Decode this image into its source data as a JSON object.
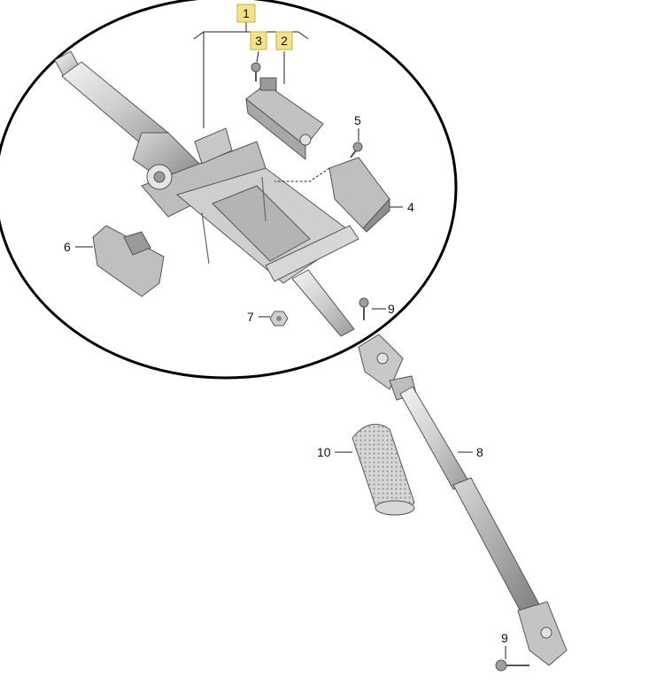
{
  "diagram": {
    "highlight_color": "#f3e28a",
    "highlight_border": "#c9b13c",
    "callouts": [
      {
        "id": "c1",
        "text": "1",
        "highlighted": true
      },
      {
        "id": "c2",
        "text": "2",
        "highlighted": true
      },
      {
        "id": "c3",
        "text": "3",
        "highlighted": true
      },
      {
        "id": "c4",
        "text": "4",
        "highlighted": false
      },
      {
        "id": "c5",
        "text": "5",
        "highlighted": false
      },
      {
        "id": "c6",
        "text": "6",
        "highlighted": false
      },
      {
        "id": "c7",
        "text": "7",
        "highlighted": false
      },
      {
        "id": "c8",
        "text": "8",
        "highlighted": false
      },
      {
        "id": "c9a",
        "text": "9",
        "highlighted": false
      },
      {
        "id": "c9b",
        "text": "9",
        "highlighted": false
      },
      {
        "id": "c10",
        "text": "10",
        "highlighted": false
      }
    ]
  }
}
